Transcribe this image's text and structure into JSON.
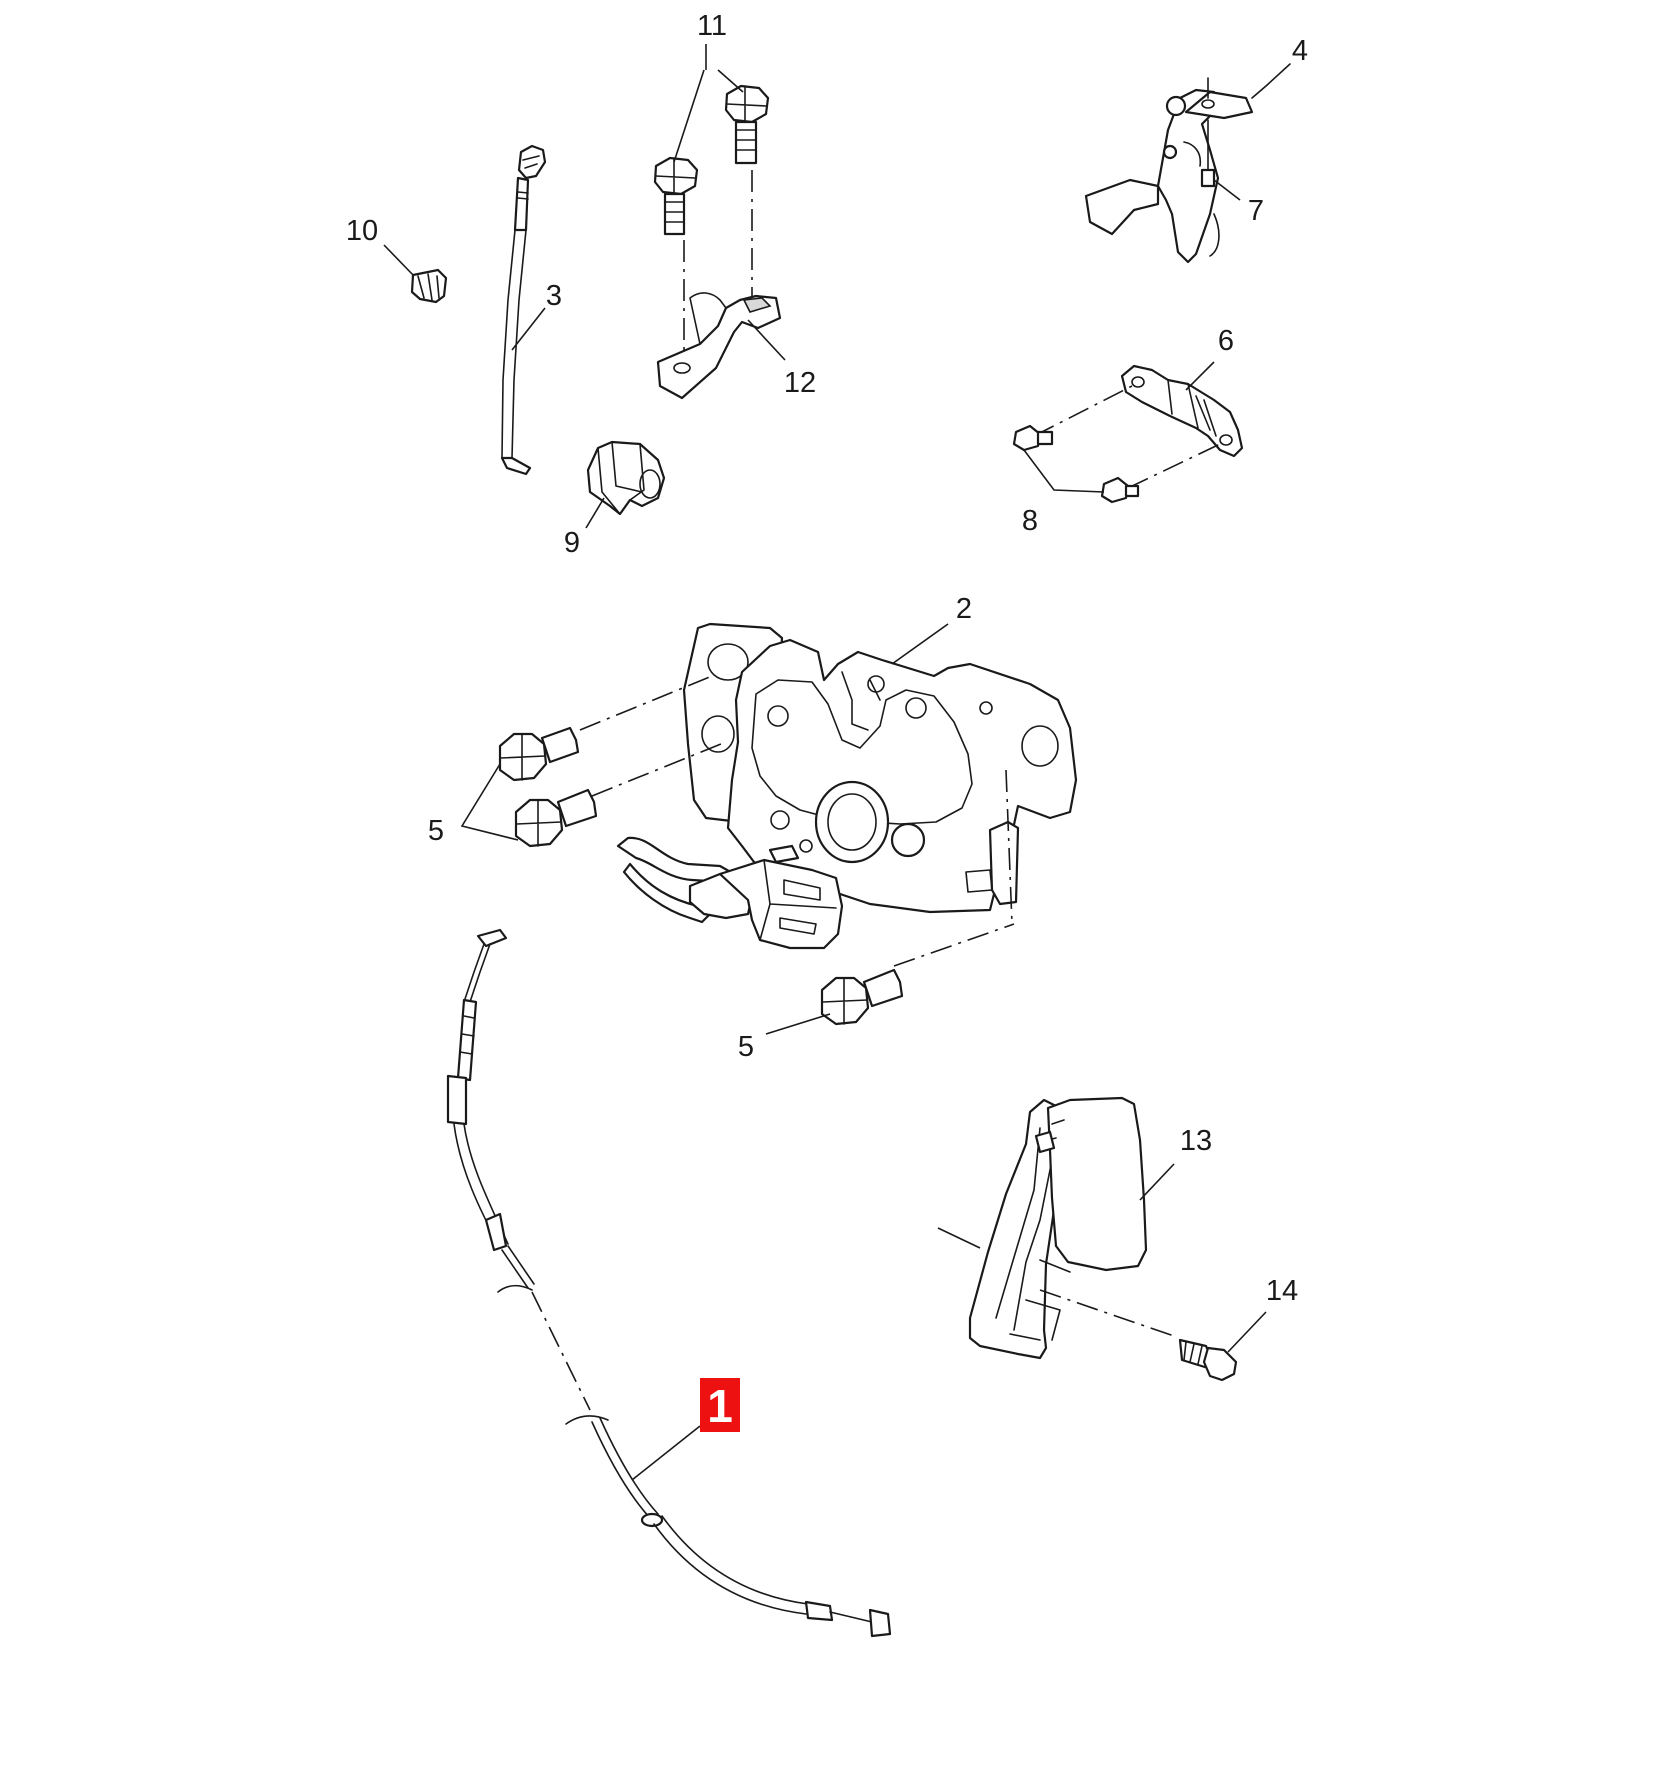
{
  "callouts": {
    "c1": "1",
    "c2": "2",
    "c3": "3",
    "c4": "4",
    "c5a": "5",
    "c5b": "5",
    "c6": "6",
    "c7": "7",
    "c8": "8",
    "c9": "9",
    "c10": "10",
    "c11": "11",
    "c12": "12",
    "c13": "13",
    "c14": "14"
  },
  "highlight": {
    "callout": "1",
    "color": "#ee1111"
  },
  "parts": [
    "hood-release-cable",
    "hood-latch",
    "hood-prop-rod",
    "secondary-catch",
    "latch-bolt",
    "bracket",
    "catch-bolt",
    "bracket-bolt",
    "rod-grommet",
    "clip",
    "bracket-bolt-pair",
    "rod-retainer-bracket",
    "release-handle",
    "handle-screw"
  ]
}
